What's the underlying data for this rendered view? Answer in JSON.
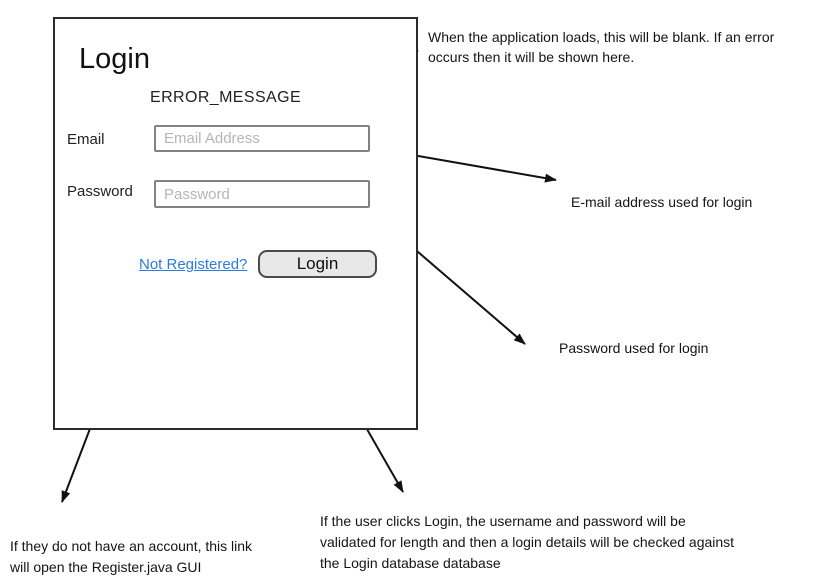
{
  "window": {
    "title": "Login",
    "error_placeholder": "ERROR_MESSAGE",
    "email": {
      "label": "Email",
      "placeholder": "Email Address",
      "value": ""
    },
    "password": {
      "label": "Password",
      "placeholder": "Password",
      "value": ""
    },
    "register_link_label": "Not Registered?",
    "login_button_label": "Login"
  },
  "notes": {
    "error": {
      "lines": [
        "When the application loads, this will be blank. If an error",
        "occurs then it will be shown here."
      ]
    },
    "email": {
      "lines": [
        "E-mail address used for login"
      ]
    },
    "password": {
      "lines": [
        "Password used for login"
      ]
    },
    "register": {
      "lines": [
        "If they do not have an account, this link",
        "will open the Register.java GUI"
      ]
    },
    "login": {
      "lines": [
        "If the user clicks Login, the username and password will be",
        "validated for length and then a login details will be checked against",
        "the Login database database"
      ]
    }
  },
  "colors": {
    "link_blue": "#2c7bdf",
    "button_fill": "#e8e8e8",
    "window_border": "#2b2b2b",
    "input_border": "#828282",
    "placeholder_gray": "#b6b6b6",
    "arrow_black": "#111111"
  }
}
